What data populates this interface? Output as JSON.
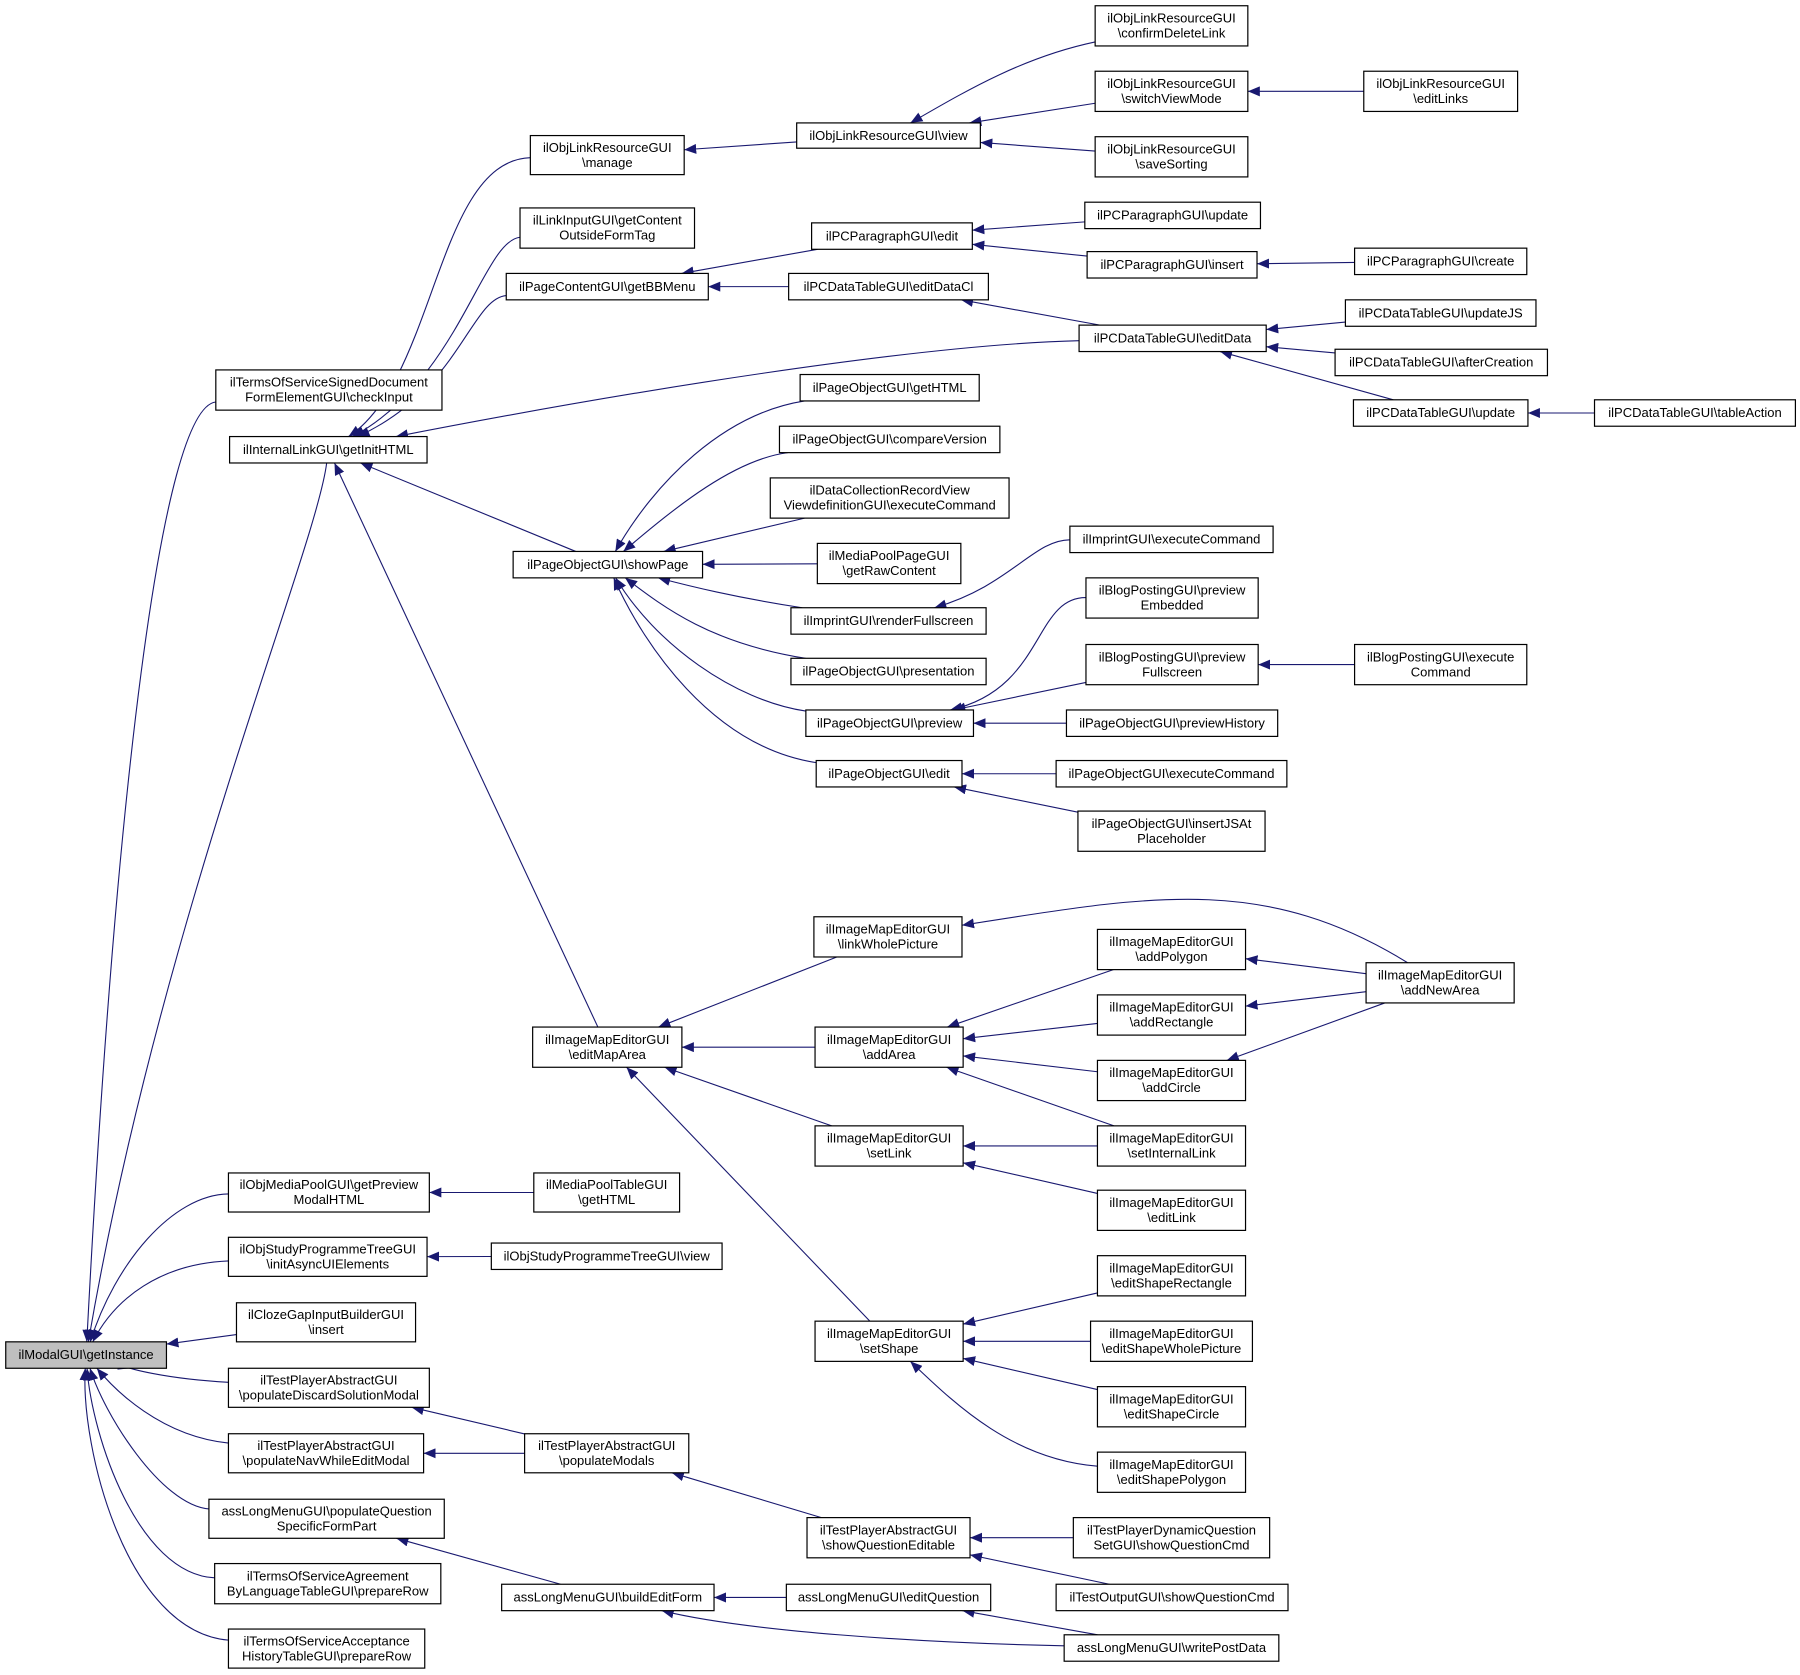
{
  "colors": {
    "edge": "#191970",
    "node_border": "#000000",
    "node_fill": "#ffffff",
    "root_fill": "#bfbfbf"
  },
  "nodes": [
    {
      "id": "root",
      "lines": [
        "ilModalGUI\\getInstance"
      ],
      "root": true
    },
    {
      "id": "tos_signed",
      "lines": [
        "ilTermsOfServiceSignedDocument",
        "FormElementGUI\\checkInput"
      ]
    },
    {
      "id": "ilgetinit",
      "lines": [
        "ilInternalLinkGUI\\getInitHTML"
      ]
    },
    {
      "id": "olr_manage",
      "lines": [
        "ilObjLinkResourceGUI",
        "\\manage"
      ]
    },
    {
      "id": "olr_view",
      "lines": [
        "ilObjLinkResourceGUI\\view"
      ]
    },
    {
      "id": "olr_confirm",
      "lines": [
        "ilObjLinkResourceGUI",
        "\\confirmDeleteLink"
      ]
    },
    {
      "id": "olr_switch",
      "lines": [
        "ilObjLinkResourceGUI",
        "\\switchViewMode"
      ]
    },
    {
      "id": "olr_edit",
      "lines": [
        "ilObjLinkResourceGUI",
        "\\editLinks"
      ]
    },
    {
      "id": "olr_save",
      "lines": [
        "ilObjLinkResourceGUI",
        "\\saveSorting"
      ]
    },
    {
      "id": "linkinput",
      "lines": [
        "ilLinkInputGUI\\getContent",
        "OutsideFormTag"
      ]
    },
    {
      "id": "pcg_bb",
      "lines": [
        "ilPageContentGUI\\getBBMenu"
      ]
    },
    {
      "id": "pcp_edit",
      "lines": [
        "ilPCParagraphGUI\\edit"
      ]
    },
    {
      "id": "pcp_update",
      "lines": [
        "ilPCParagraphGUI\\update"
      ]
    },
    {
      "id": "pcp_insert",
      "lines": [
        "ilPCParagraphGUI\\insert"
      ]
    },
    {
      "id": "pcp_create",
      "lines": [
        "ilPCParagraphGUI\\create"
      ]
    },
    {
      "id": "pcdt_editcl",
      "lines": [
        "ilPCDataTableGUI\\editDataCl"
      ]
    },
    {
      "id": "pcdt_editdata",
      "lines": [
        "ilPCDataTableGUI\\editData"
      ]
    },
    {
      "id": "pcdt_updatejs",
      "lines": [
        "ilPCDataTableGUI\\updateJS"
      ]
    },
    {
      "id": "pcdt_after",
      "lines": [
        "ilPCDataTableGUI\\afterCreation"
      ]
    },
    {
      "id": "pcdt_update",
      "lines": [
        "ilPCDataTableGUI\\update"
      ]
    },
    {
      "id": "pcdt_table",
      "lines": [
        "ilPCDataTableGUI\\tableAction"
      ]
    },
    {
      "id": "po_show",
      "lines": [
        "ilPageObjectGUI\\showPage"
      ]
    },
    {
      "id": "po_gethtml",
      "lines": [
        "ilPageObjectGUI\\getHTML"
      ]
    },
    {
      "id": "po_compare",
      "lines": [
        "ilPageObjectGUI\\compareVersion"
      ]
    },
    {
      "id": "dcr",
      "lines": [
        "ilDataCollectionRecordView",
        "ViewdefinitionGUI\\executeCommand"
      ]
    },
    {
      "id": "mpp",
      "lines": [
        "ilMediaPoolPageGUI",
        "\\getRawContent"
      ]
    },
    {
      "id": "imp_render",
      "lines": [
        "ilImprintGUI\\renderFullscreen"
      ]
    },
    {
      "id": "imp_exec",
      "lines": [
        "ilImprintGUI\\executeCommand"
      ]
    },
    {
      "id": "po_present",
      "lines": [
        "ilPageObjectGUI\\presentation"
      ]
    },
    {
      "id": "po_preview",
      "lines": [
        "ilPageObjectGUI\\preview"
      ]
    },
    {
      "id": "blog_emb",
      "lines": [
        "ilBlogPostingGUI\\preview",
        "Embedded"
      ]
    },
    {
      "id": "blog_full",
      "lines": [
        "ilBlogPostingGUI\\preview",
        "Fullscreen"
      ]
    },
    {
      "id": "blog_exec",
      "lines": [
        "ilBlogPostingGUI\\execute",
        "Command"
      ]
    },
    {
      "id": "po_prevhist",
      "lines": [
        "ilPageObjectGUI\\previewHistory"
      ]
    },
    {
      "id": "po_edit",
      "lines": [
        "ilPageObjectGUI\\edit"
      ]
    },
    {
      "id": "po_exec",
      "lines": [
        "ilPageObjectGUI\\executeCommand"
      ]
    },
    {
      "id": "po_insertjs",
      "lines": [
        "ilPageObjectGUI\\insertJSAt",
        "Placeholder"
      ]
    },
    {
      "id": "ime_editmap",
      "lines": [
        "ilImageMapEditorGUI",
        "\\editMapArea"
      ]
    },
    {
      "id": "ime_linkwhole",
      "lines": [
        "ilImageMapEditorGUI",
        "\\linkWholePicture"
      ]
    },
    {
      "id": "ime_addarea",
      "lines": [
        "ilImageMapEditorGUI",
        "\\addArea"
      ]
    },
    {
      "id": "ime_addpoly",
      "lines": [
        "ilImageMapEditorGUI",
        "\\addPolygon"
      ]
    },
    {
      "id": "ime_addrect",
      "lines": [
        "ilImageMapEditorGUI",
        "\\addRectangle"
      ]
    },
    {
      "id": "ime_addcircle",
      "lines": [
        "ilImageMapEditorGUI",
        "\\addCircle"
      ]
    },
    {
      "id": "ime_addnew",
      "lines": [
        "ilImageMapEditorGUI",
        "\\addNewArea"
      ]
    },
    {
      "id": "ime_setlink",
      "lines": [
        "ilImageMapEditorGUI",
        "\\setLink"
      ]
    },
    {
      "id": "ime_setinternal",
      "lines": [
        "ilImageMapEditorGUI",
        "\\setInternalLink"
      ]
    },
    {
      "id": "ime_editlink",
      "lines": [
        "ilImageMapEditorGUI",
        "\\editLink"
      ]
    },
    {
      "id": "ime_setshape",
      "lines": [
        "ilImageMapEditorGUI",
        "\\setShape"
      ]
    },
    {
      "id": "ime_esrect",
      "lines": [
        "ilImageMapEditorGUI",
        "\\editShapeRectangle"
      ]
    },
    {
      "id": "ime_eswhole",
      "lines": [
        "ilImageMapEditorGUI",
        "\\editShapeWholePicture"
      ]
    },
    {
      "id": "ime_escircle",
      "lines": [
        "ilImageMapEditorGUI",
        "\\editShapeCircle"
      ]
    },
    {
      "id": "ime_espoly",
      "lines": [
        "ilImageMapEditorGUI",
        "\\editShapePolygon"
      ]
    },
    {
      "id": "omp_preview",
      "lines": [
        "ilObjMediaPoolGUI\\getPreview",
        "ModalHTML"
      ]
    },
    {
      "id": "mpt",
      "lines": [
        "ilMediaPoolTableGUI",
        "\\getHTML"
      ]
    },
    {
      "id": "osp_init",
      "lines": [
        "ilObjStudyProgrammeTreeGUI",
        "\\initAsyncUIElements"
      ]
    },
    {
      "id": "osp_view",
      "lines": [
        "ilObjStudyProgrammeTreeGUI\\view"
      ]
    },
    {
      "id": "cloze",
      "lines": [
        "ilClozeGapInputBuilderGUI",
        "\\insert"
      ]
    },
    {
      "id": "tpa_discard",
      "lines": [
        "ilTestPlayerAbstractGUI",
        "\\populateDiscardSolutionModal"
      ]
    },
    {
      "id": "tpa_nav",
      "lines": [
        "ilTestPlayerAbstractGUI",
        "\\populateNavWhileEditModal"
      ]
    },
    {
      "id": "tpa_modals",
      "lines": [
        "ilTestPlayerAbstractGUI",
        "\\populateModals"
      ]
    },
    {
      "id": "tpa_show",
      "lines": [
        "ilTestPlayerAbstractGUI",
        "\\showQuestionEditable"
      ]
    },
    {
      "id": "tpd",
      "lines": [
        "ilTestPlayerDynamicQuestion",
        "SetGUI\\showQuestionCmd"
      ]
    },
    {
      "id": "tout",
      "lines": [
        "ilTestOutputGUI\\showQuestionCmd"
      ]
    },
    {
      "id": "alm_populate",
      "lines": [
        "assLongMenuGUI\\populateQuestion",
        "SpecificFormPart"
      ]
    },
    {
      "id": "alm_build",
      "lines": [
        "assLongMenuGUI\\buildEditForm"
      ]
    },
    {
      "id": "alm_editq",
      "lines": [
        "assLongMenuGUI\\editQuestion"
      ]
    },
    {
      "id": "alm_write",
      "lines": [
        "assLongMenuGUI\\writePostData"
      ]
    },
    {
      "id": "tos_agree",
      "lines": [
        "ilTermsOfServiceAgreement",
        "ByLanguageTableGUI\\prepareRow"
      ]
    },
    {
      "id": "tos_accept",
      "lines": [
        "ilTermsOfServiceAcceptance",
        "HistoryTableGUI\\prepareRow"
      ]
    }
  ],
  "edges": [
    [
      "tos_signed",
      "root"
    ],
    [
      "ilgetinit",
      "root"
    ],
    [
      "omp_preview",
      "root"
    ],
    [
      "osp_init",
      "root"
    ],
    [
      "cloze",
      "root"
    ],
    [
      "tpa_discard",
      "root"
    ],
    [
      "tpa_nav",
      "root"
    ],
    [
      "alm_populate",
      "root"
    ],
    [
      "tos_agree",
      "root"
    ],
    [
      "tos_accept",
      "root"
    ],
    [
      "olr_manage",
      "ilgetinit"
    ],
    [
      "linkinput",
      "ilgetinit"
    ],
    [
      "pcg_bb",
      "ilgetinit"
    ],
    [
      "pcdt_editdata",
      "ilgetinit"
    ],
    [
      "po_show",
      "ilgetinit"
    ],
    [
      "ime_editmap",
      "ilgetinit"
    ],
    [
      "olr_view",
      "olr_manage"
    ],
    [
      "olr_confirm",
      "olr_view"
    ],
    [
      "olr_switch",
      "olr_view"
    ],
    [
      "olr_save",
      "olr_view"
    ],
    [
      "olr_edit",
      "olr_switch"
    ],
    [
      "pcp_edit",
      "pcg_bb"
    ],
    [
      "pcdt_editcl",
      "pcg_bb"
    ],
    [
      "pcp_update",
      "pcp_edit"
    ],
    [
      "pcp_insert",
      "pcp_edit"
    ],
    [
      "pcp_create",
      "pcp_insert"
    ],
    [
      "pcdt_editdata",
      "pcdt_editcl"
    ],
    [
      "pcdt_updatejs",
      "pcdt_editdata"
    ],
    [
      "pcdt_after",
      "pcdt_editdata"
    ],
    [
      "pcdt_update",
      "pcdt_editdata"
    ],
    [
      "pcdt_table",
      "pcdt_update"
    ],
    [
      "po_gethtml",
      "po_show"
    ],
    [
      "po_compare",
      "po_show"
    ],
    [
      "dcr",
      "po_show"
    ],
    [
      "mpp",
      "po_show"
    ],
    [
      "imp_render",
      "po_show"
    ],
    [
      "po_present",
      "po_show"
    ],
    [
      "po_preview",
      "po_show"
    ],
    [
      "po_edit",
      "po_show"
    ],
    [
      "imp_exec",
      "imp_render"
    ],
    [
      "blog_emb",
      "po_preview"
    ],
    [
      "blog_full",
      "po_preview"
    ],
    [
      "po_prevhist",
      "po_preview"
    ],
    [
      "blog_exec",
      "blog_full"
    ],
    [
      "po_exec",
      "po_edit"
    ],
    [
      "po_insertjs",
      "po_edit"
    ],
    [
      "ime_linkwhole",
      "ime_editmap"
    ],
    [
      "ime_addarea",
      "ime_editmap"
    ],
    [
      "ime_setlink",
      "ime_editmap"
    ],
    [
      "ime_setshape",
      "ime_editmap"
    ],
    [
      "ime_addnew",
      "ime_linkwhole"
    ],
    [
      "ime_addpoly",
      "ime_addarea"
    ],
    [
      "ime_addrect",
      "ime_addarea"
    ],
    [
      "ime_addcircle",
      "ime_addarea"
    ],
    [
      "ime_setinternal",
      "ime_addarea"
    ],
    [
      "ime_addnew",
      "ime_addpoly"
    ],
    [
      "ime_addnew",
      "ime_addrect"
    ],
    [
      "ime_addnew",
      "ime_addcircle"
    ],
    [
      "ime_setinternal",
      "ime_setlink"
    ],
    [
      "ime_editlink",
      "ime_setlink"
    ],
    [
      "ime_esrect",
      "ime_setshape"
    ],
    [
      "ime_eswhole",
      "ime_setshape"
    ],
    [
      "ime_escircle",
      "ime_setshape"
    ],
    [
      "ime_espoly",
      "ime_setshape"
    ],
    [
      "mpt",
      "omp_preview"
    ],
    [
      "osp_view",
      "osp_init"
    ],
    [
      "tpa_modals",
      "tpa_discard"
    ],
    [
      "tpa_modals",
      "tpa_nav"
    ],
    [
      "tpa_show",
      "tpa_modals"
    ],
    [
      "tpd",
      "tpa_show"
    ],
    [
      "tout",
      "tpa_show"
    ],
    [
      "alm_build",
      "alm_populate"
    ],
    [
      "alm_editq",
      "alm_build"
    ],
    [
      "alm_write",
      "alm_build"
    ],
    [
      "alm_write",
      "alm_editq"
    ]
  ]
}
